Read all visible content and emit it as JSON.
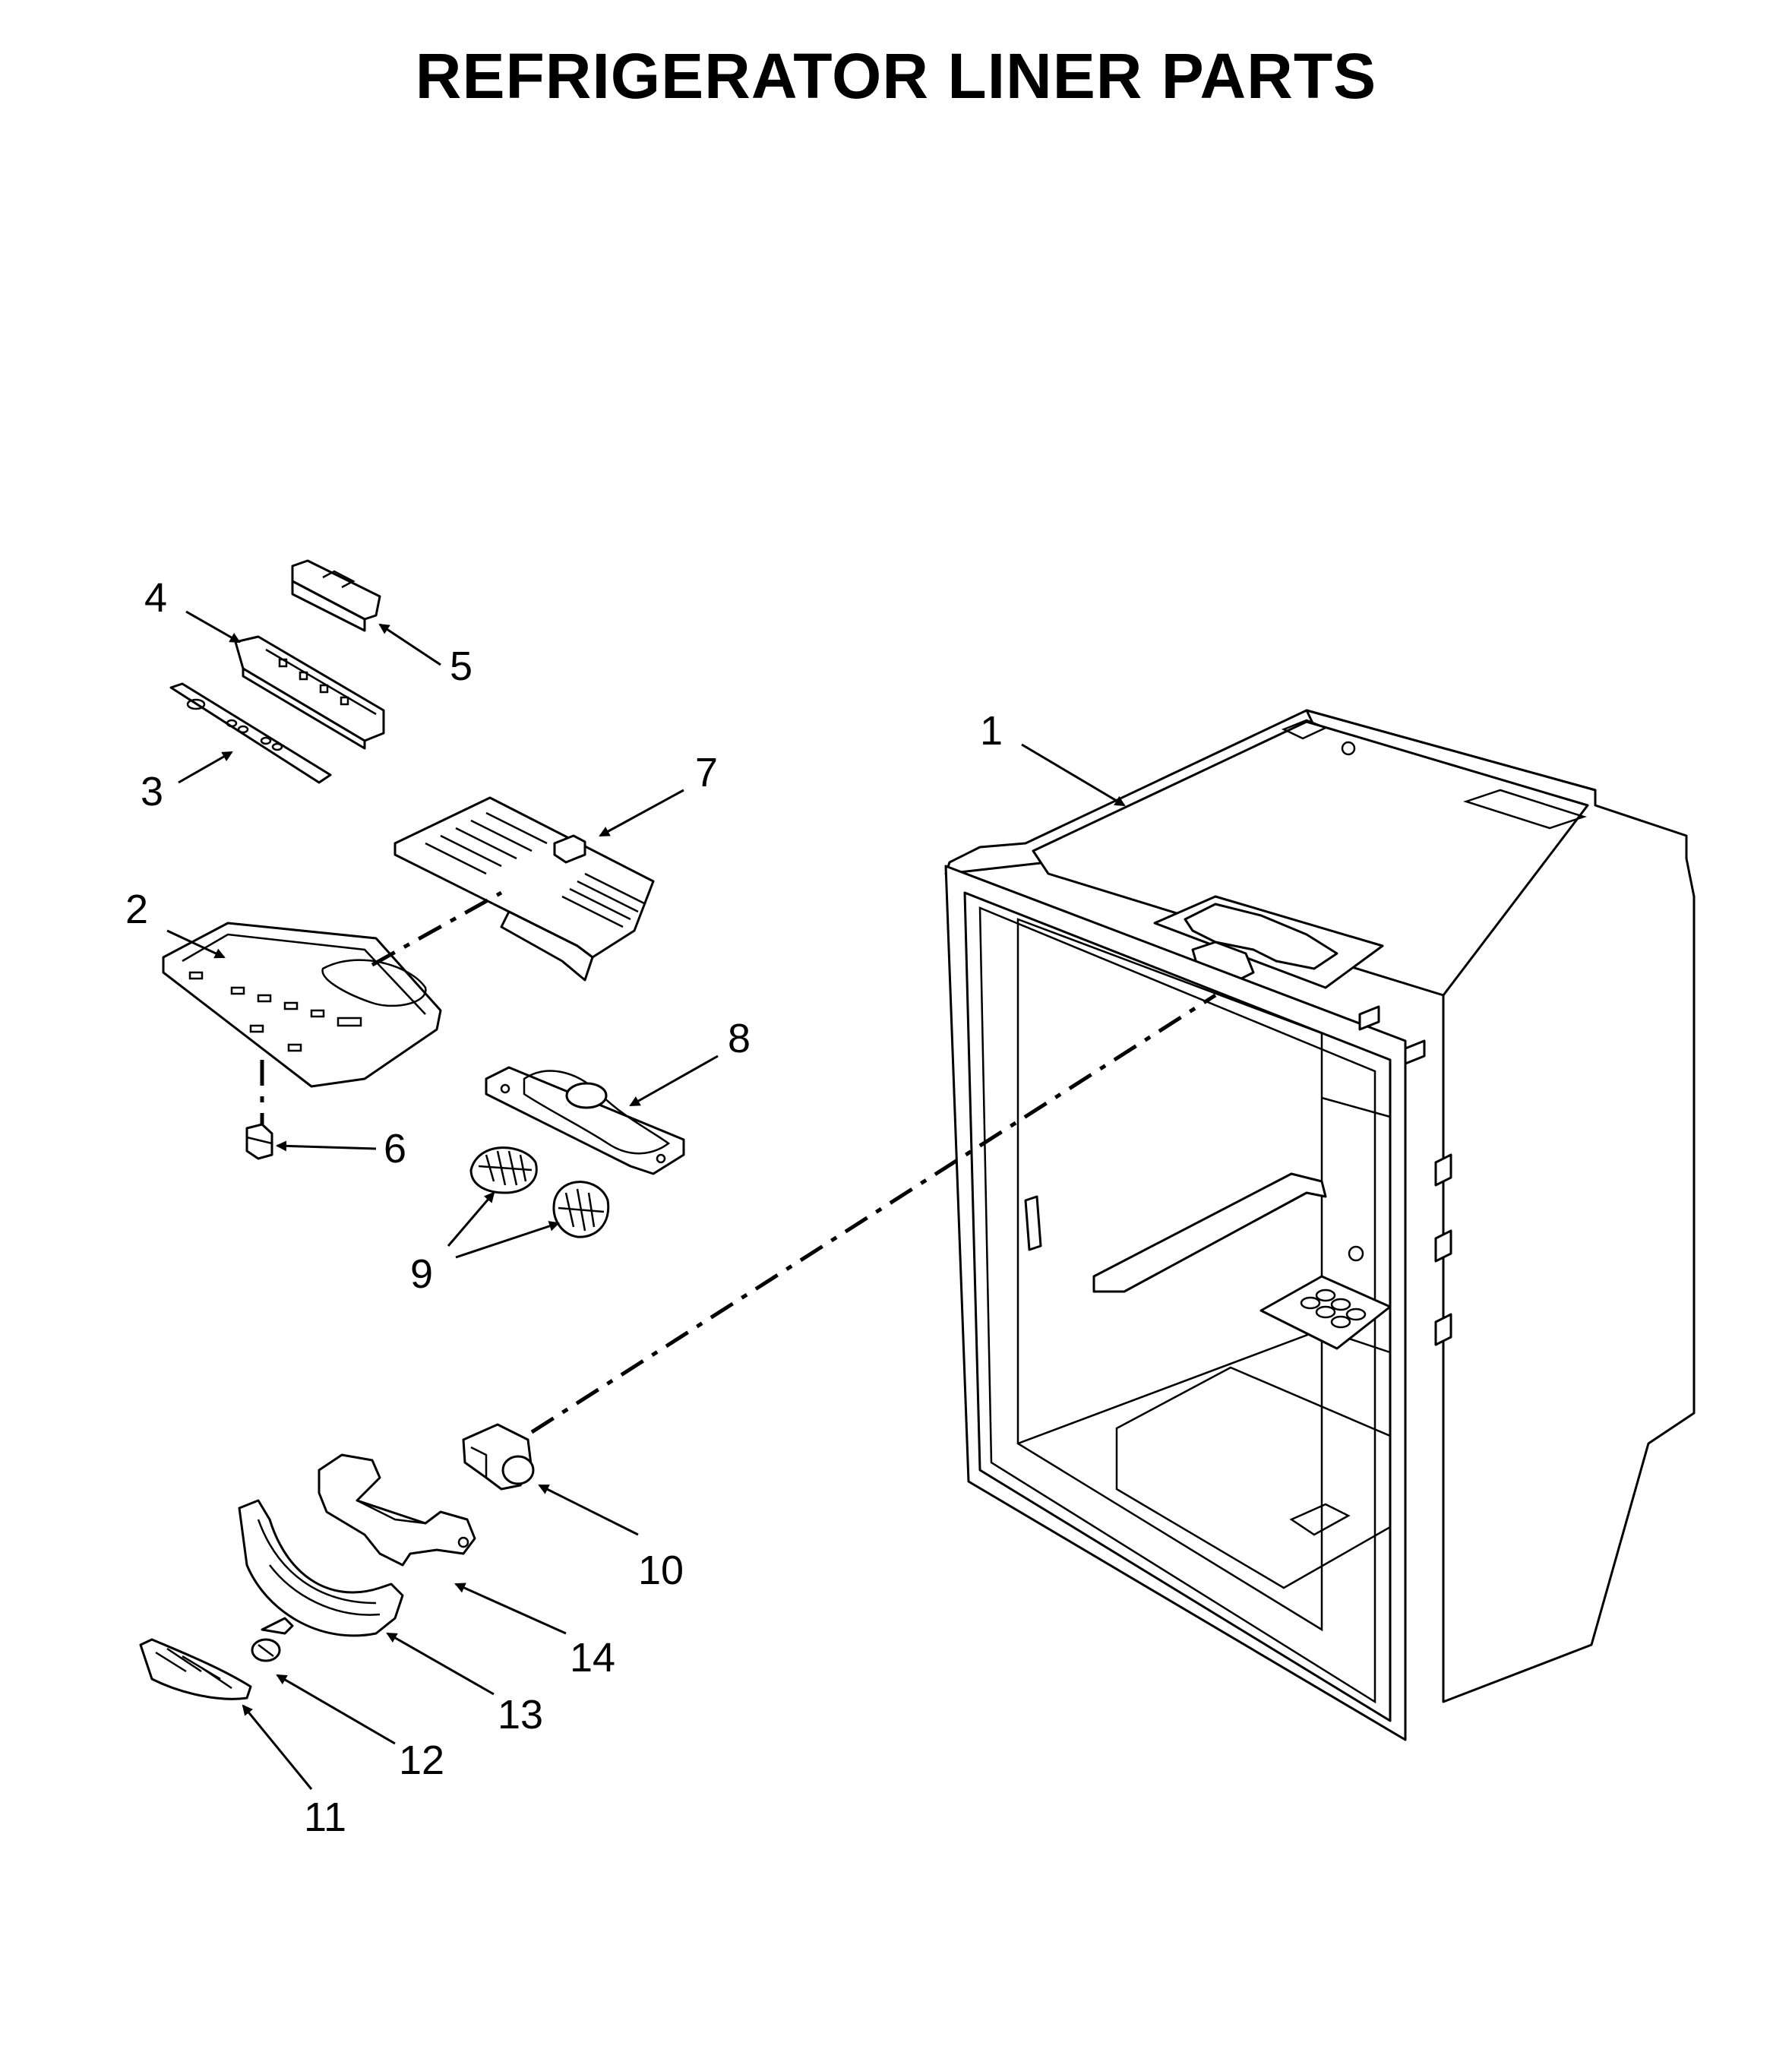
{
  "title": "REFRIGERATOR LINER PARTS",
  "callouts": {
    "c1": "1",
    "c2": "2",
    "c3": "3",
    "c4": "4",
    "c5": "5",
    "c6": "6",
    "c7": "7",
    "c8": "8",
    "c9": "9",
    "c10": "10",
    "c11": "11",
    "c12": "12",
    "c13": "13",
    "c14": "14"
  }
}
